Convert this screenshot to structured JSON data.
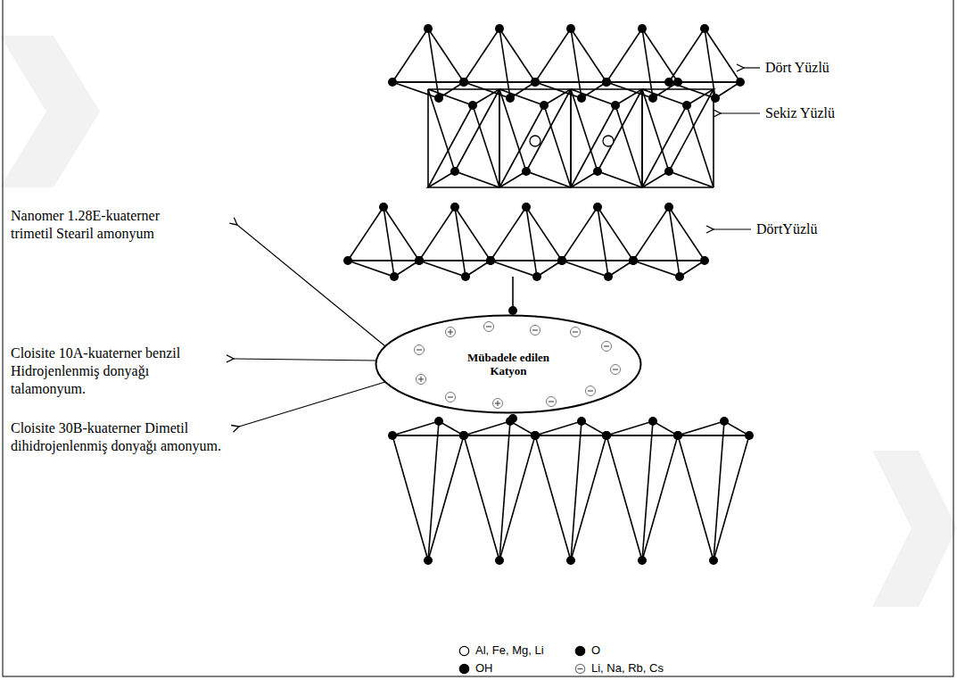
{
  "diagram": {
    "nodes": [
      {
        "text": [
          "Mübadele edilen Katyon"
        ]
      }
    ],
    "labels": [
      "Dört Yüzlü",
      "Sekiz Yüzlü",
      "Nanomer 1.28E-kuaterner trimetil Stearil amonyum",
      "DörtYüzlü",
      "Cloisite 10A-kuaterner benzil Hidrojenlenmiş donyağı talamonyum.",
      "Cloisite 30B-kuaterner Dimetil dihidrojenlenmiş donyağı amonyum."
    ],
    "legend": [
      {
        "text": "Al, Fe, Mg, Li"
      },
      {
        "text": "O"
      },
      {
        "text": "OH"
      },
      {
        "text": "Li, Na, Rb, Cs"
      }
    ]
  }
}
